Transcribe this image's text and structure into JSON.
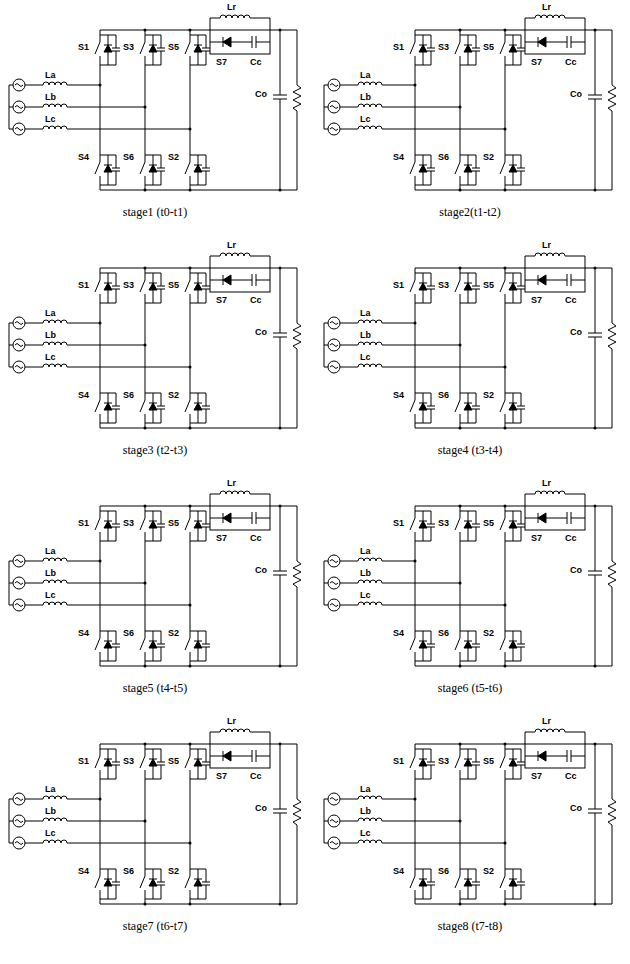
{
  "diagram": {
    "labels": [
      "S1",
      "S3",
      "S5",
      "Lr",
      "S7",
      "Cc",
      "Co",
      "La",
      "Lb",
      "Lc",
      "S4",
      "S6",
      "S2",
      "stage1 (t0-t1)",
      "S1",
      "S3",
      "S5",
      "Lr",
      "S7",
      "Cc",
      "Co",
      "La",
      "Lb",
      "Lc",
      "S4",
      "S6",
      "S2",
      "stage2(t1-t2)",
      "S1",
      "S3",
      "S5",
      "Lr",
      "S7",
      "Cc",
      "Co",
      "La",
      "Lb",
      "Lc",
      "S4",
      "S6",
      "S2",
      "stage3 (t2-t3)",
      "S1",
      "S3",
      "S5",
      "Lr",
      "S7",
      "Cc",
      "Co",
      "La",
      "Lb",
      "Lc",
      "S4",
      "S6",
      "S2",
      "stage4 (t3-t4)",
      "S1",
      "S3",
      "S5",
      "Lr",
      "S7",
      "Cc",
      "Co",
      "La",
      "Lb",
      "Lc",
      "S4",
      "S6",
      "S2",
      "stage5 (t4-t5)",
      "S1",
      "S3",
      "S5",
      "Lr",
      "S7",
      "Cc",
      "Co",
      "La",
      "Lb",
      "Lc",
      "S4",
      "S6",
      "S2",
      "stage6 (t5-t6)",
      "S1",
      "S3",
      "S5",
      "Lr",
      "S7",
      "Cc",
      "Co",
      "La",
      "Lb",
      "Lc",
      "S4",
      "S6",
      "S2",
      "stage7 (t6-t7)",
      "S1",
      "S3",
      "S5",
      "Lr",
      "S7",
      "Cc",
      "Co",
      "La",
      "Lb",
      "Lc",
      "S4",
      "S6",
      "S2",
      "stage8 (t7-t8)"
    ]
  }
}
